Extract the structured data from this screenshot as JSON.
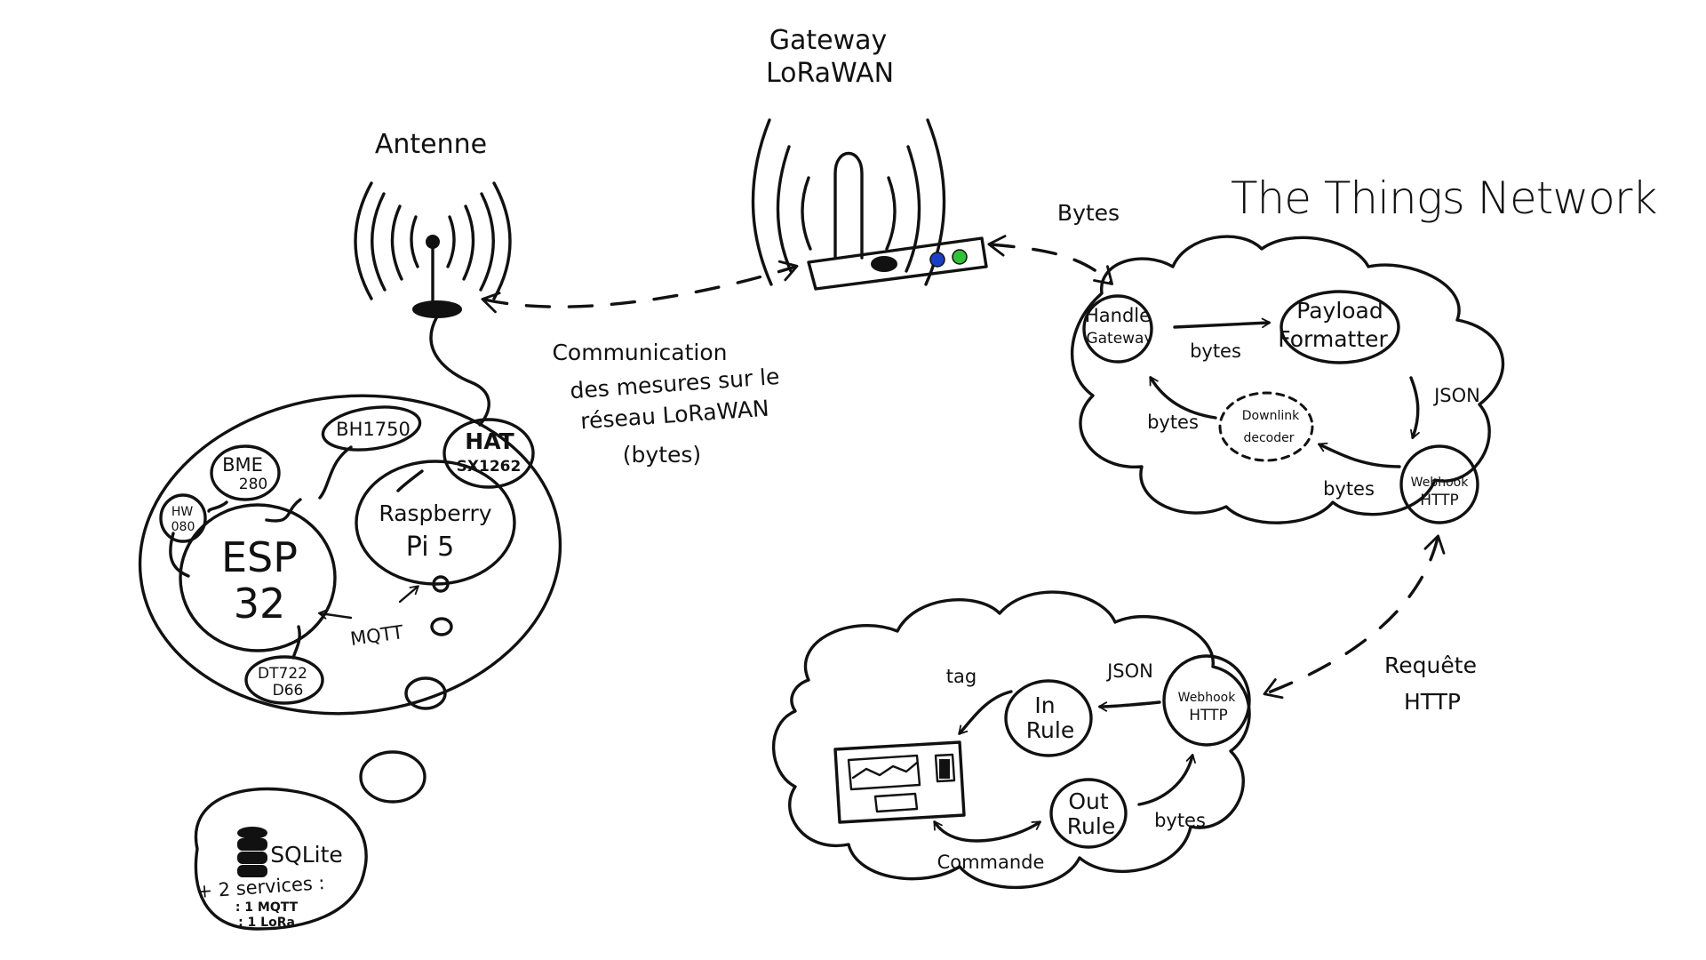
{
  "labels": {
    "antenna": "Antenne",
    "gateway_line1": "Gateway",
    "gateway_line2": "LoRaWAN",
    "ttn_title": "The Things Network",
    "comm_line1": "Communication",
    "comm_line2": "des mesures sur le",
    "comm_line3": "réseau LoRaWAN",
    "comm_line4": "(bytes)",
    "bytes_gateway": "Bytes",
    "requete_line1": "Requête",
    "requete_line2": "HTTP"
  },
  "device": {
    "bh1750": "BH1750",
    "bme_line1": "BME",
    "bme_line2": "280",
    "hw_line1": "HW",
    "hw_line2": "080",
    "hat_line1": "HAT",
    "hat_line2": "SX1262",
    "esp_line1": "ESP",
    "esp_line2": "32",
    "rpi_line1": "Raspberry",
    "rpi_line2": "Pi 5",
    "mqtt": "MQTT",
    "dht_line1": "DT722",
    "dht_line2": "D66"
  },
  "sqlite": {
    "title": "SQLite",
    "line1": "+ 2 services :",
    "line2": ": 1 MQTT",
    "line3": ": 1 LoRa"
  },
  "ttn": {
    "handle_line1": "Handle",
    "handle_line2": "Gateway",
    "payload_line1": "Payload",
    "payload_line2": "Formatter",
    "bytes1": "bytes",
    "json": "JSON",
    "downlink_line1": "Downlink",
    "downlink_line2": "decoder",
    "bytes2": "bytes",
    "bytes3": "bytes",
    "webhook_line1": "Webhook",
    "webhook_line2": "HTTP"
  },
  "app": {
    "webhook_line1": "Webhook",
    "webhook_line2": "HTTP",
    "json": "JSON",
    "in_line1": "In",
    "in_line2": "Rule",
    "out_line1": "Out",
    "out_line2": "Rule",
    "tag": "tag",
    "bytes": "bytes",
    "commande": "Commande"
  }
}
